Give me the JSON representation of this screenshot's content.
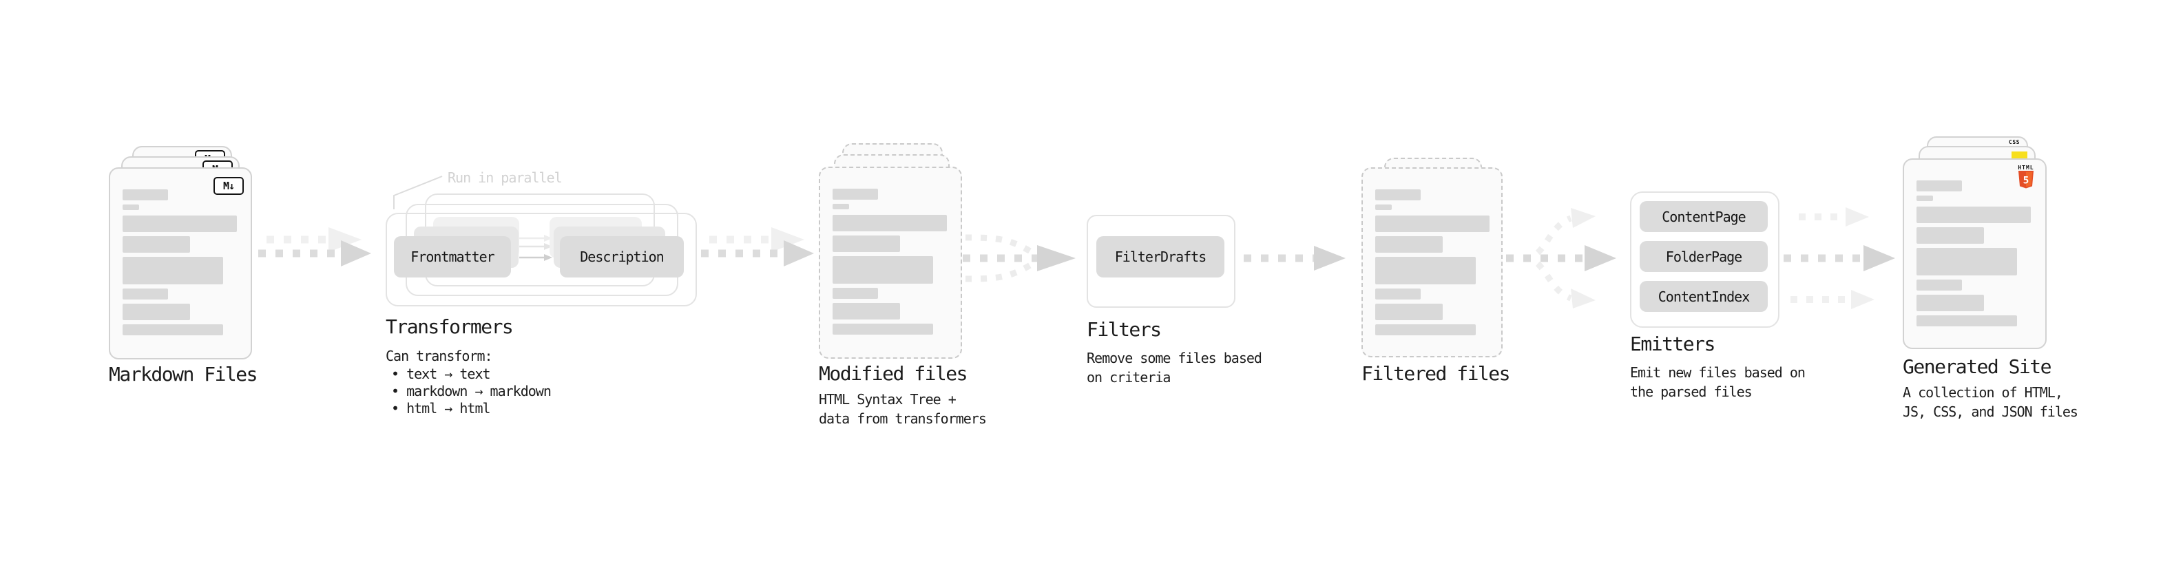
{
  "colors": {
    "html5_orange": "#e44d26",
    "html5_orange_light": "#f16529",
    "js_yellow": "#f7df1e",
    "css_blue": "#2965f1"
  },
  "diagram": {
    "markdown_files": {
      "title": "Markdown Files",
      "badge": "M↓"
    },
    "transformers": {
      "title": "Transformers",
      "annotation": "Run in parallel",
      "step1": "Frontmatter",
      "step2": "Description",
      "caption_heading": "Can transform:",
      "bullets": [
        "• text → text",
        "• markdown → markdown",
        "• html → html"
      ]
    },
    "modified_files": {
      "title": "Modified files",
      "caption": "HTML Syntax Tree +\ndata from transformers"
    },
    "filters": {
      "title": "Filters",
      "button": "FilterDrafts",
      "caption": "Remove some files based\non criteria"
    },
    "filtered_files": {
      "title": "Filtered files"
    },
    "emitters": {
      "title": "Emitters",
      "buttons": [
        "ContentPage",
        "FolderPage",
        "ContentIndex"
      ],
      "caption": "Emit new files based on\nthe parsed files"
    },
    "generated_site": {
      "title": "Generated Site",
      "caption": "A collection of HTML,\nJS, CSS, and JSON files",
      "css_badge": "CSS",
      "html_badge_label": "HTML",
      "html_badge_number": "5"
    }
  }
}
